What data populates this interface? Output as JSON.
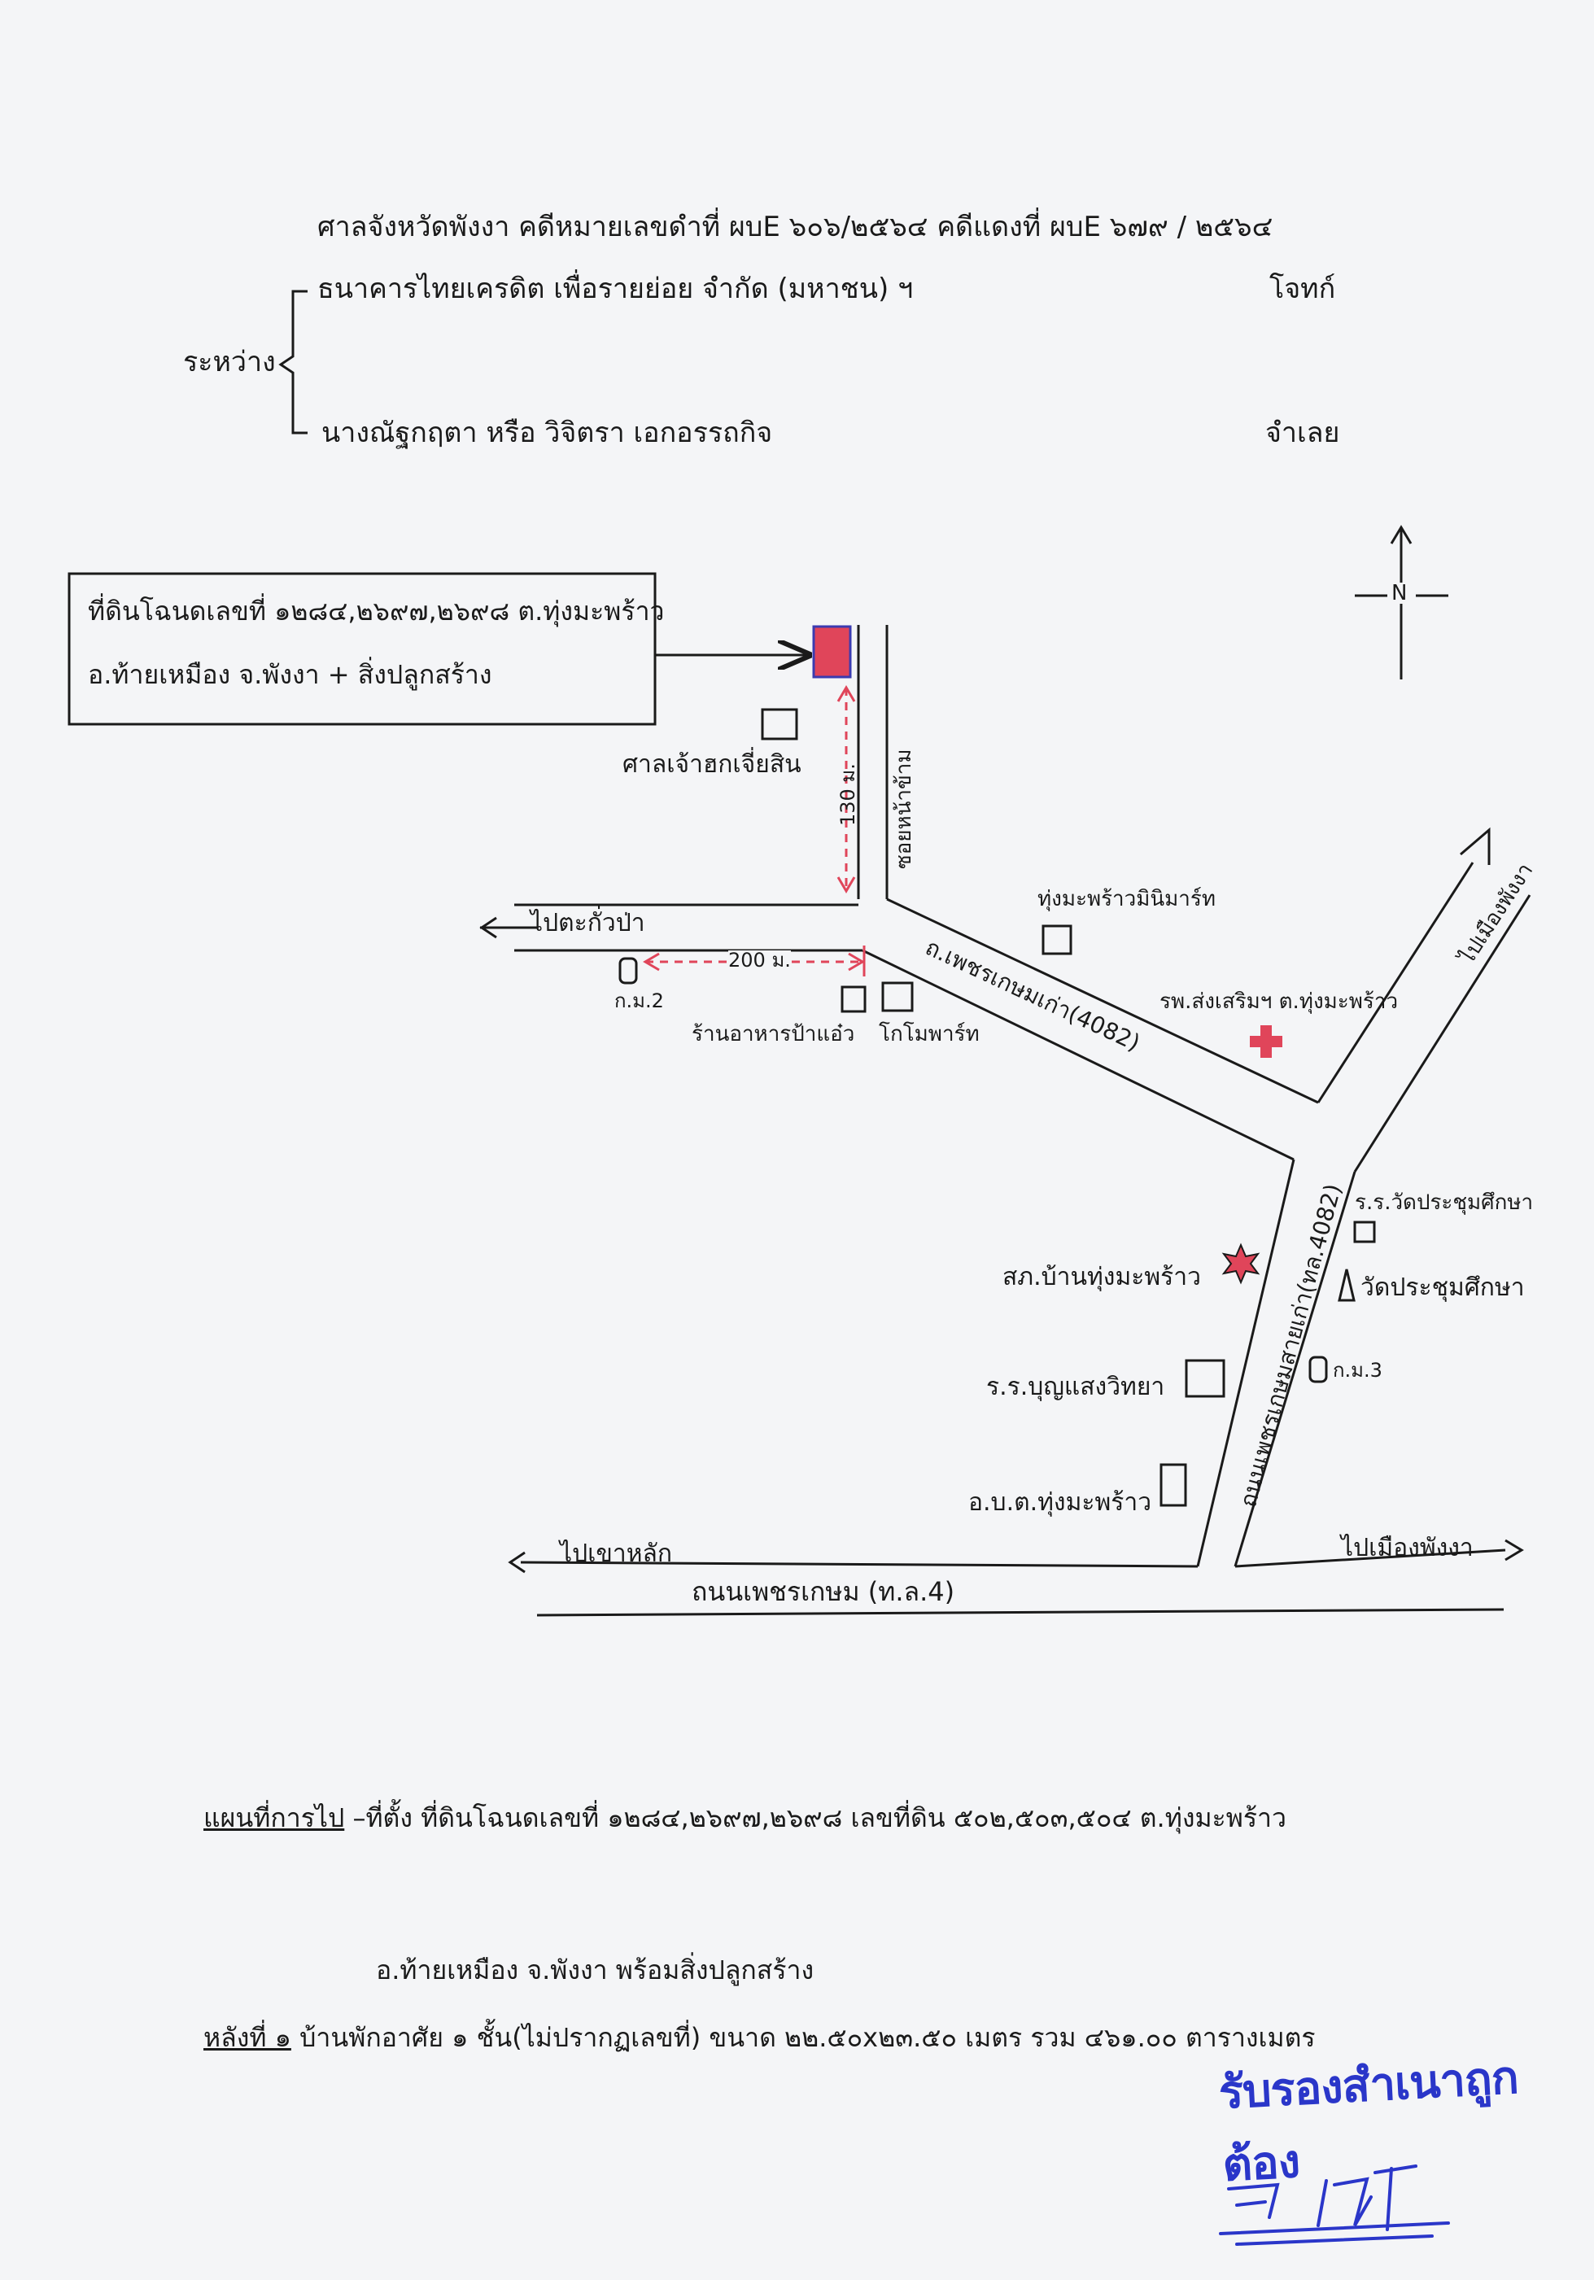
{
  "header": {
    "title": "ศาลจังหวัดพังงา  คดีหมายเลขดำที่ ผบE ๖๐๖/๒๕๖๔ คดีแดงที่  ผบE ๖๗๙ / ๒๕๖๔",
    "between_label": "ระหว่าง",
    "plaintiff_name": "ธนาคารไทยเครดิต เพื่อรายย่อย จำกัด (มหาชน) ฯ",
    "plaintiff_role": "โจทก์",
    "defendant_name": "นางณัฐกฤตา หรือ วิจิตรา  เอกอรรถกิจ",
    "defendant_role": "จำเลย"
  },
  "map": {
    "north_label": "N",
    "property_box": {
      "line1": "ที่ดินโฉนดเลขที่ ๑๒๘๔,๒๖๙๗,๒๖๙๘ ต.ทุ่งมะพร้าว",
      "line2": "อ.ท้ายเหมือง จ.พังงา + สิ่งปลูกสร้าง"
    },
    "labels": {
      "shrine": "ศาลเจ้าฮกเจี่ยสิน",
      "distance_130": "130 ม.",
      "soi": "ซอยหน้าข้าม",
      "to_takua_pa": "ไปตะกั่วป่า",
      "km2": "ก.ม.2",
      "distance_200": "200 ม.",
      "restaurant": "ร้านอาหารป้าแอ๋ว",
      "komo_mart": "โกโมพาร์ท",
      "minimart": "ทุ่งมะพร้าวมินิมาร์ท",
      "old_road": "ถ.เพชรเกษมเก่า(4082)",
      "to_phangnga_ne": "ไปเมืองพังงา",
      "hospital": "รพ.ส่งเสริมฯ ต.ทุ่งมะพร้าว",
      "school_wat": "ร.ร.วัดประชุมศึกษา",
      "wat": "วัดประชุมศึกษา",
      "police": "สภ.บ้านทุ่งมะพร้าว",
      "old_road_vertical": "ถนนเพชรเกษมสายเก่า(ทล.4082)",
      "km3": "ก.ม.3",
      "school_boonsaeng": "ร.ร.บุญแสงวิทยา",
      "obt": "อ.บ.ต.ทุ่งมะพร้าว",
      "to_khao_lak": "ไปเขาหลัก",
      "to_phangnga_e": "ไปเมืองพังงา",
      "main_road": "ถนนเพชรเกษม (ท.ล.4)"
    }
  },
  "footer": {
    "line1_label": "แผนที่การไป",
    "line1_text": " –ที่ตั้ง ที่ดินโฉนดเลขที่ ๑๒๘๔,๒๖๙๗,๒๖๙๘  เลขที่ดิน ๕๐๒,๕๐๓,๕๐๔ ต.ทุ่งมะพร้าว",
    "line2_text": "อ.ท้ายเหมือง จ.พังงา  พร้อมสิ่งปลูกสร้าง",
    "line3_label": "หลังที่ ๑",
    "line3_text": "  บ้านพักอาศัย ๑ ชั้น(ไม่ปรากฏเลขที่) ขนาด ๒๒.๕๐x๒๓.๕๐ เมตร รวม ๔๖๑.๐๐ ตารางเมตร",
    "stamp": "รับรองสำเนาถูกต้อง"
  },
  "colors": {
    "property": "#e0455a",
    "dimension": "#e0455a",
    "stamp": "#2a36c9"
  }
}
